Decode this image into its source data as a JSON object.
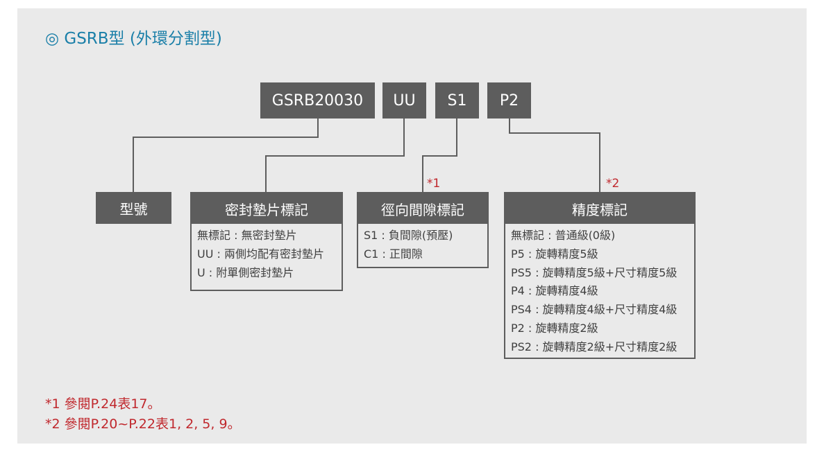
{
  "title": "◎ GSRB型 (外環分割型)",
  "code_parts": [
    "GSRB20030",
    "UU",
    "S1",
    "P2"
  ],
  "categories": {
    "model": {
      "label": "型號"
    },
    "seal": {
      "label": "密封墊片標記",
      "items": [
        "無標記 : 無密封墊片",
        "UU : 兩側均配有密封墊片",
        "U : 附單側密封墊片"
      ]
    },
    "clearance": {
      "label": "徑向間隙標記",
      "ref": "*1",
      "items": [
        "S1 : 負間隙(預壓)",
        "C1 : 正間隙"
      ]
    },
    "precision": {
      "label": "精度標記",
      "ref": "*2",
      "items": [
        "無標記 : 普通級(0級)",
        "P5 : 旋轉精度5級",
        "PS5 : 旋轉精度5級+尺寸精度5級",
        "P4 : 旋轉精度4級",
        "PS4 : 旋轉精度4級+尺寸精度4級",
        "P2 : 旋轉精度2級",
        "PS2 : 旋轉精度2級+尺寸精度2級"
      ]
    }
  },
  "notes": [
    "*1 參閱P.24表17。",
    "*2 參閱P.20~P.22表1, 2, 5, 9。"
  ],
  "colors": {
    "box": "#5d5d5d",
    "title": "#1a7fa8",
    "note": "#c0282d",
    "background": "#eaeaea"
  }
}
